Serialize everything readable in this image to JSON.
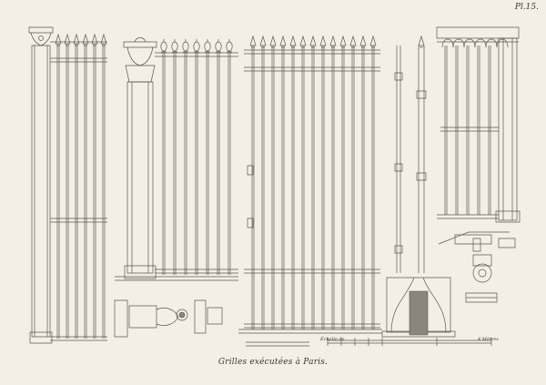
{
  "plate": {
    "number": "Pl.15.",
    "caption": "Grilles exécutées à Paris.",
    "scale_left": "Échelle de",
    "scale_right": "4 Mètres"
  },
  "colors": {
    "paper": "#f3efe6",
    "ink": "#5b5650",
    "shade": "#8b857c"
  }
}
